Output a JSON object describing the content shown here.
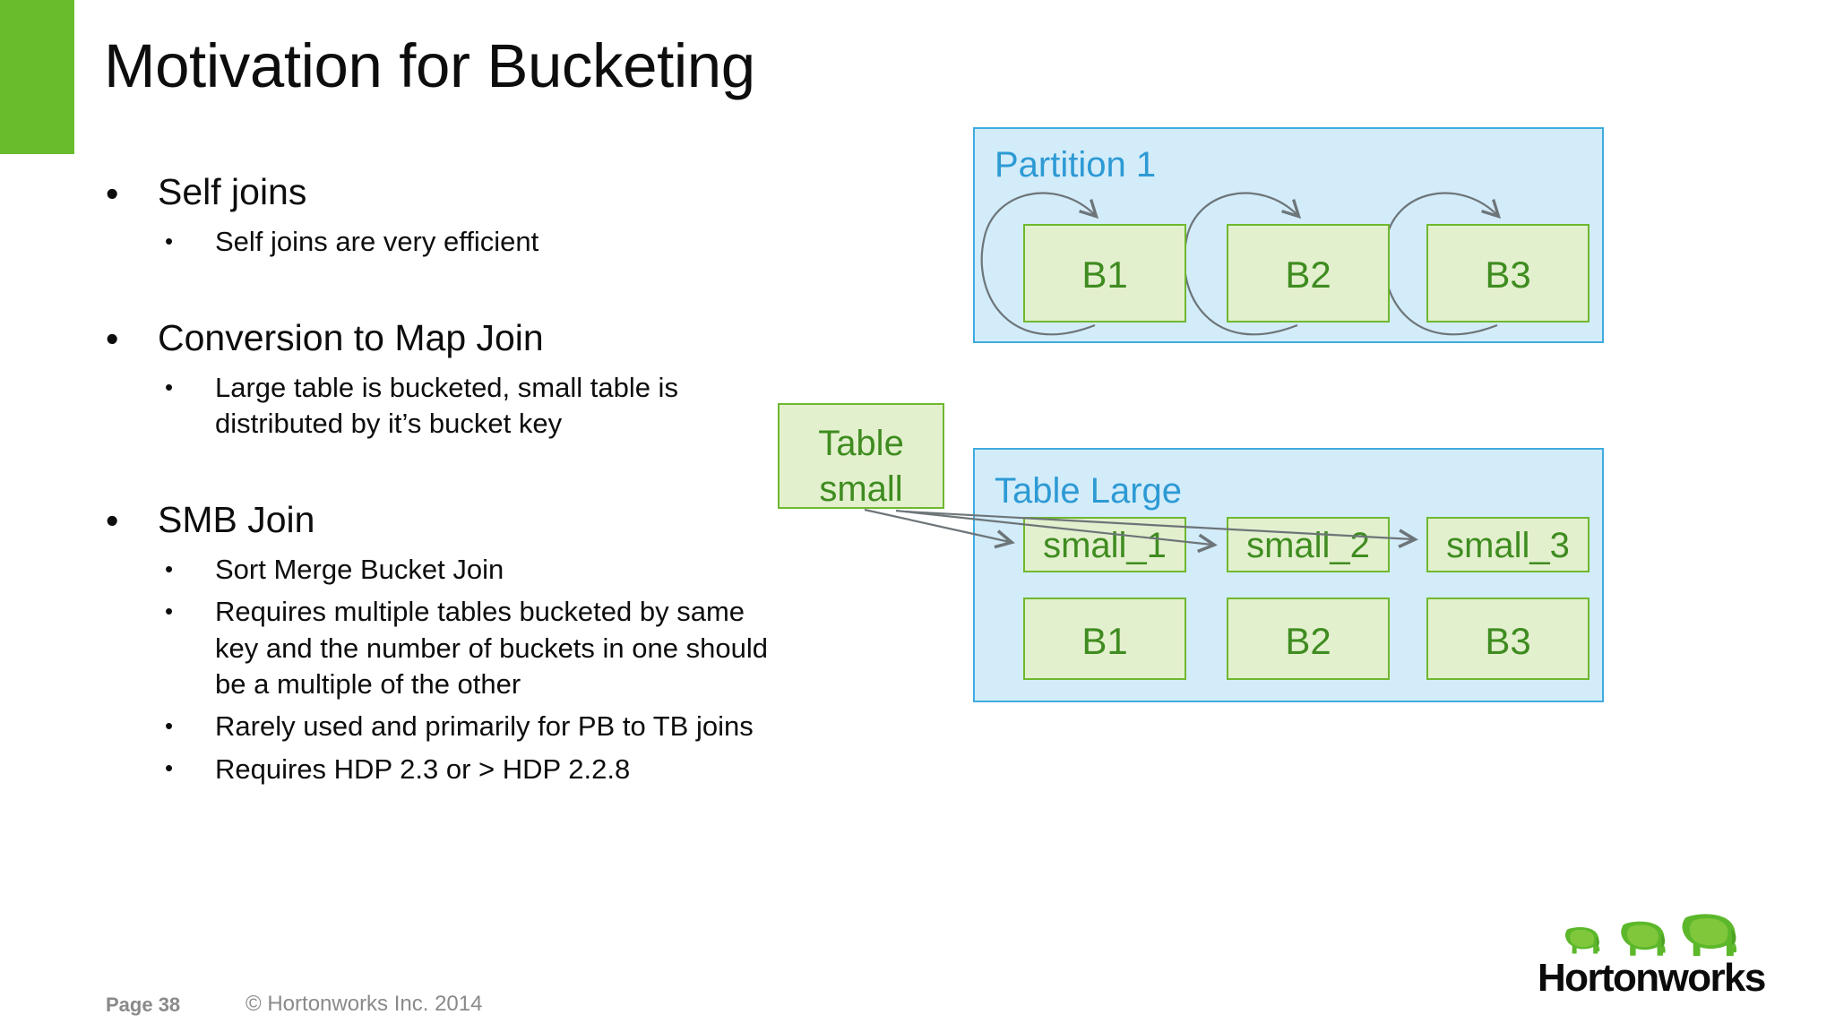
{
  "slide": {
    "title": "Motivation for Bucketing",
    "accent_color": "#69bd2c",
    "background": "#ffffff"
  },
  "bullets": [
    {
      "level1": "Self joins",
      "level2": [
        "Self joins are very efficient"
      ]
    },
    {
      "level1": "Conversion to Map Join",
      "level2": [
        "Large table is bucketed, small table is",
        "distributed by it’s bucket key"
      ]
    },
    {
      "level1": "SMB Join",
      "level2": [
        "Sort Merge Bucket Join",
        "Requires multiple tables bucketed by same",
        "key and the number of buckets in one should",
        "be a multiple of the other",
        "Rarely used and primarily for PB to TB joins",
        "Requires HDP 2.3 or > HDP 2.2.8"
      ]
    }
  ],
  "diagram": {
    "colors": {
      "panel_fill": "#d3ecfa",
      "panel_border": "#3fabdf",
      "panel_label": "#2d9ad4",
      "box_fill": "#e3f0ce",
      "box_border": "#6fb82e",
      "box_label": "#3f8c20",
      "arrow": "#6d7578"
    },
    "top_panel": {
      "label": "Partition 1",
      "buckets": [
        "B1",
        "B2",
        "B3"
      ],
      "self_loops": true
    },
    "small_table": {
      "line1": "Table",
      "line2": "small"
    },
    "bottom_panel": {
      "label": "Table Large",
      "small_row": [
        "small_1",
        "small_2",
        "small_3"
      ],
      "bucket_row": [
        "B1",
        "B2",
        "B3"
      ]
    }
  },
  "footer": {
    "page": "Page 38",
    "copyright": "© Hortonworks Inc. 2014",
    "logo_text": "Hortonworks"
  }
}
